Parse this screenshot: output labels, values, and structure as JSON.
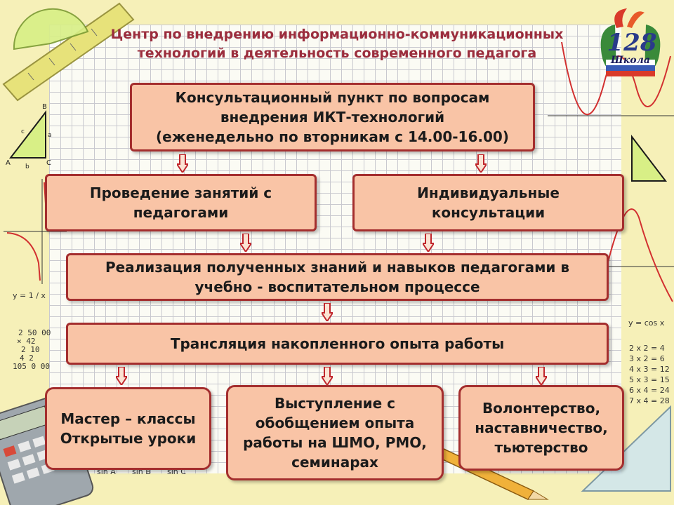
{
  "header": {
    "title_line1": "Центр по внедрению информационно-коммуникационных",
    "title_line2": "технологий в деятельность современного педагога"
  },
  "badge": {
    "number": "128",
    "word": "Школа"
  },
  "boxes": {
    "consult_point": {
      "line1": "Консультационный пункт по вопросам",
      "line2": "внедрения ИКТ-технологий",
      "line3": "(еженедельно по вторникам с 14.00-16.00)"
    },
    "lessons": {
      "line1": "Проведение занятий с",
      "line2": "педагогами"
    },
    "individual": {
      "line1": "Индивидуальные",
      "line2": "консультации"
    },
    "implementation": {
      "line1": "Реализация полученных знаний и навыков педагогами в",
      "line2": "учебно - воспитательном  процессе"
    },
    "translation": {
      "line1": "Трансляция накопленного опыта работы"
    },
    "master": {
      "line1": "Мастер – классы",
      "line2": "Открытые уроки"
    },
    "speech": {
      "line1": "Выступление с",
      "line2": "обобщением опыта",
      "line3": "работы на ШМО, РМО,",
      "line4": "семинарах"
    },
    "volunteer": {
      "line1": "Волонтерство,",
      "line2": "наставничество,",
      "line3": "тьютерство"
    }
  },
  "decor_text": {
    "formula_left": "y = 1 / x",
    "formula_right": "y = cos x",
    "mult_rows": [
      "2 x 2 = 4",
      "3 x 2 = 6",
      "4 x 3 = 12",
      "5 x 3 = 15",
      "6 x 4 = 24",
      "7 x 4 = 28"
    ],
    "calc": [
      "2 50 00",
      "× 42",
      "2 10",
      "4 2",
      "105 0 00"
    ],
    "tri_labels": [
      "B",
      "A",
      "C",
      "a",
      "b",
      "c"
    ],
    "sin_labels": [
      "sin A",
      "sin B",
      "sin C"
    ]
  },
  "colors": {
    "box_fill": "#f9c4a6",
    "box_border": "#a42e2e",
    "title": "#9b2d3d",
    "arrow": "#c0262c",
    "background": "#f6f0b8"
  }
}
